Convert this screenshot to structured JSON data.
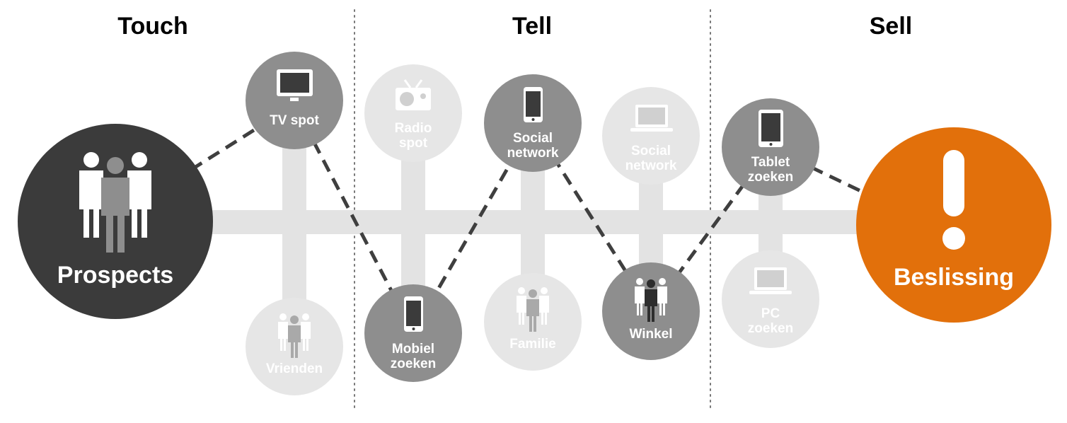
{
  "phases": {
    "touch": "Touch",
    "tell": "Tell",
    "sell": "Sell"
  },
  "prospects": {
    "label": "Prospects",
    "icon": "people-group-icon",
    "color": "#3b3b3b"
  },
  "decision": {
    "label": "Beslissing",
    "icon": "exclamation-icon",
    "color": "#e2700b"
  },
  "nodes": {
    "tv_spot": {
      "line1": "TV spot",
      "line2": "",
      "icon": "tv-icon",
      "active": true
    },
    "vrienden": {
      "line1": "Vrienden",
      "line2": "",
      "icon": "people-icon",
      "active": false
    },
    "radio_spot": {
      "line1": "Radio",
      "line2": "spot",
      "icon": "radio-icon",
      "active": false
    },
    "mobiel_zoeken": {
      "line1": "Mobiel",
      "line2": "zoeken",
      "icon": "smartphone-icon",
      "active": true
    },
    "social_network_active": {
      "line1": "Social",
      "line2": "network",
      "icon": "smartphone-icon",
      "active": true
    },
    "familie": {
      "line1": "Familie",
      "line2": "",
      "icon": "people-icon",
      "active": false
    },
    "social_network_faded": {
      "line1": "Social",
      "line2": "network",
      "icon": "laptop-icon",
      "active": false
    },
    "winkel": {
      "line1": "Winkel",
      "line2": "",
      "icon": "people-icon",
      "active": true
    },
    "tablet_zoeken": {
      "line1": "Tablet",
      "line2": "zoeken",
      "icon": "tablet-icon",
      "active": true
    },
    "pc_zoeken": {
      "line1": "PC",
      "line2": "zoeken",
      "icon": "laptop-icon",
      "active": false
    }
  },
  "colors": {
    "active_node": "#8e8e8e",
    "faded_node": "#e6e6e6",
    "track": "#e3e3e3",
    "path": "#3f3f3f"
  }
}
